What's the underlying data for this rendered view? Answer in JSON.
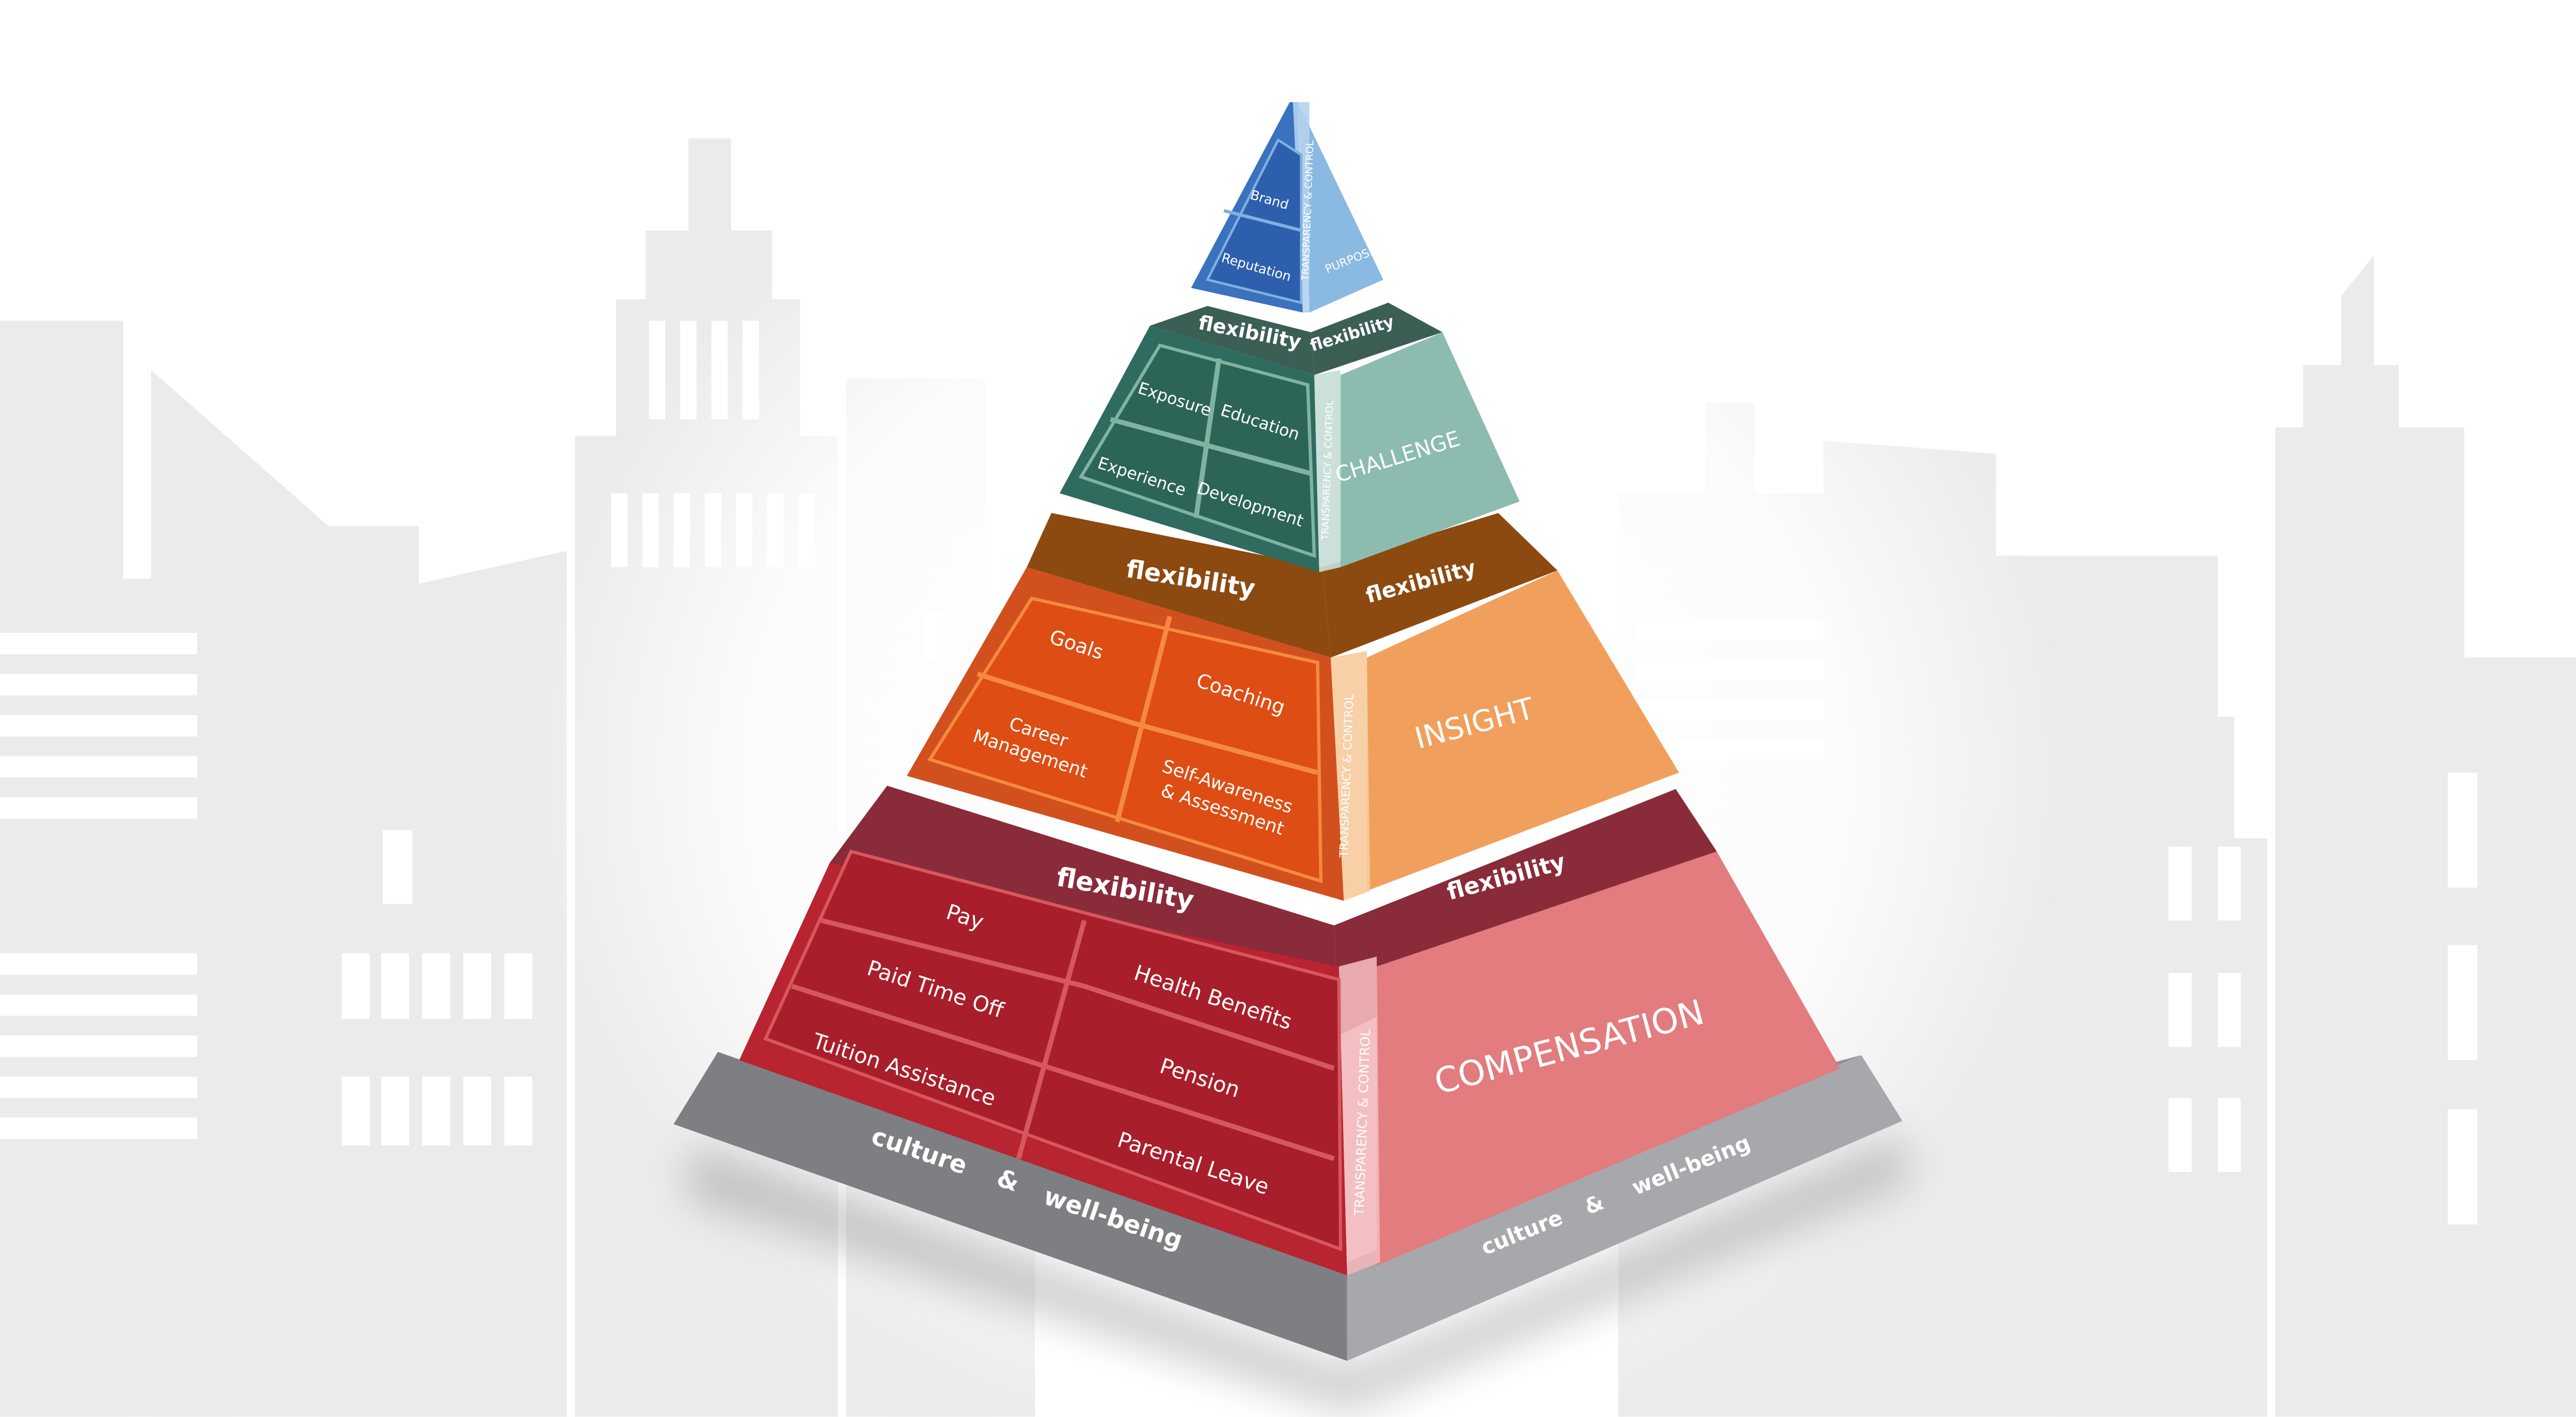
{
  "pyramid": {
    "tiers": {
      "top": {
        "left_items": [
          "Brand",
          "Reputation"
        ],
        "right_label": "PURPOSE",
        "spine_label": "TRANSPARENCY & CONTROL"
      },
      "challenge": {
        "flex_left": "flexibility",
        "flex_right": "flexibility",
        "left_items": [
          "Exposure",
          "Education",
          "Experience",
          "Development"
        ],
        "right_label": "CHALLENGE",
        "spine_label": "TRANSPARENCY & CONTROL"
      },
      "insight": {
        "flex_left": "flexibility",
        "flex_right": "flexibility",
        "left_items": [
          "Goals",
          "Coaching",
          "Career",
          "Management",
          "Self-Awareness",
          "& Assessment"
        ],
        "right_label": "INSIGHT",
        "spine_label": "TRANSPARENCY & CONTROL"
      },
      "compensation": {
        "flex_left": "flexibility",
        "flex_right": "flexibility",
        "left_items": [
          "Pay",
          "Paid Time Off",
          "Health Benefits",
          "Tuition Assistance",
          "Pension",
          "Parental Leave"
        ],
        "right_label": "COMPENSATION",
        "spine_label": "TRANSPARENCY & CONTROL"
      },
      "base": {
        "left_words": [
          "culture",
          "&",
          "well-being"
        ],
        "right_words": [
          "culture",
          "&",
          "well-being"
        ]
      }
    }
  },
  "colors": {
    "top_left": "#3a72be",
    "top_right": "#8ab9e2",
    "challenge_left": "#2f6b5e",
    "challenge_right": "#8cbcaf",
    "challenge_band": "#3b5e55",
    "insight_left": "#d2501e",
    "insight_right": "#f0a05c",
    "insight_band": "#8c4a10",
    "comp_left": "#b82430",
    "comp_right": "#e27c7f",
    "comp_band": "#8a2b3a",
    "base_left": "#7d7f83",
    "base_right": "#a6a8ab",
    "skyline": "#ebebec"
  }
}
